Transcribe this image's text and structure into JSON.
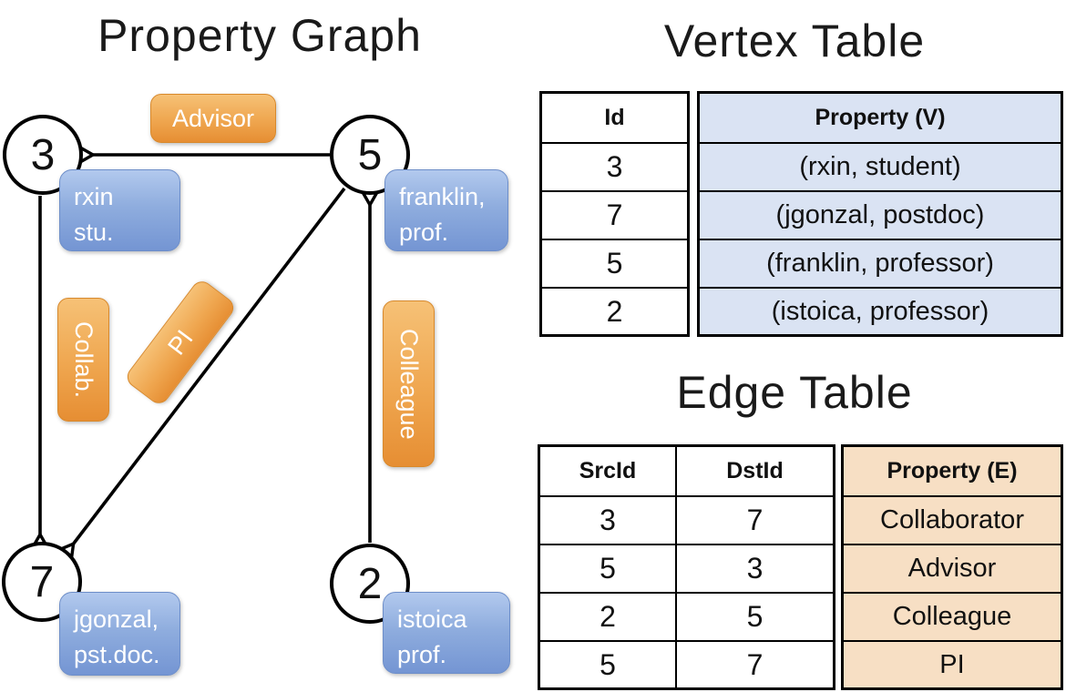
{
  "graph": {
    "title": "Property Graph",
    "nodes": [
      {
        "id": "3",
        "line1": "rxin",
        "line2": "stu."
      },
      {
        "id": "5",
        "line1": "franklin,",
        "line2": "prof."
      },
      {
        "id": "7",
        "line1": "jgonzal,",
        "line2": "pst.doc."
      },
      {
        "id": "2",
        "line1": "istoica",
        "line2": "prof."
      }
    ],
    "edge_labels": {
      "advisor": "Advisor",
      "collab": "Collab.",
      "pi": "PI",
      "colleague": "Colleague"
    }
  },
  "vertex_table": {
    "title": "Vertex Table",
    "columns": {
      "id": "Id",
      "property": "Property (V)"
    },
    "rows": [
      {
        "id": "3",
        "property": "(rxin, student)"
      },
      {
        "id": "7",
        "property": "(jgonzal, postdoc)"
      },
      {
        "id": "5",
        "property": "(franklin, professor)"
      },
      {
        "id": "2",
        "property": "(istoica, professor)"
      }
    ]
  },
  "edge_table": {
    "title": "Edge Table",
    "columns": {
      "src": "SrcId",
      "dst": "DstId",
      "property": "Property (E)"
    },
    "rows": [
      {
        "src": "3",
        "dst": "7",
        "property": "Collaborator"
      },
      {
        "src": "5",
        "dst": "3",
        "property": "Advisor"
      },
      {
        "src": "2",
        "dst": "5",
        "property": "Colleague"
      },
      {
        "src": "5",
        "dst": "7",
        "property": "PI"
      }
    ]
  },
  "colors": {
    "edge_label_orange": "#ED9F43",
    "vertex_box_blue": "#87A6DB",
    "vertex_table_fill": "#DAE3F3",
    "edge_table_fill": "#F7DFC4",
    "stroke_black": "#000000"
  }
}
